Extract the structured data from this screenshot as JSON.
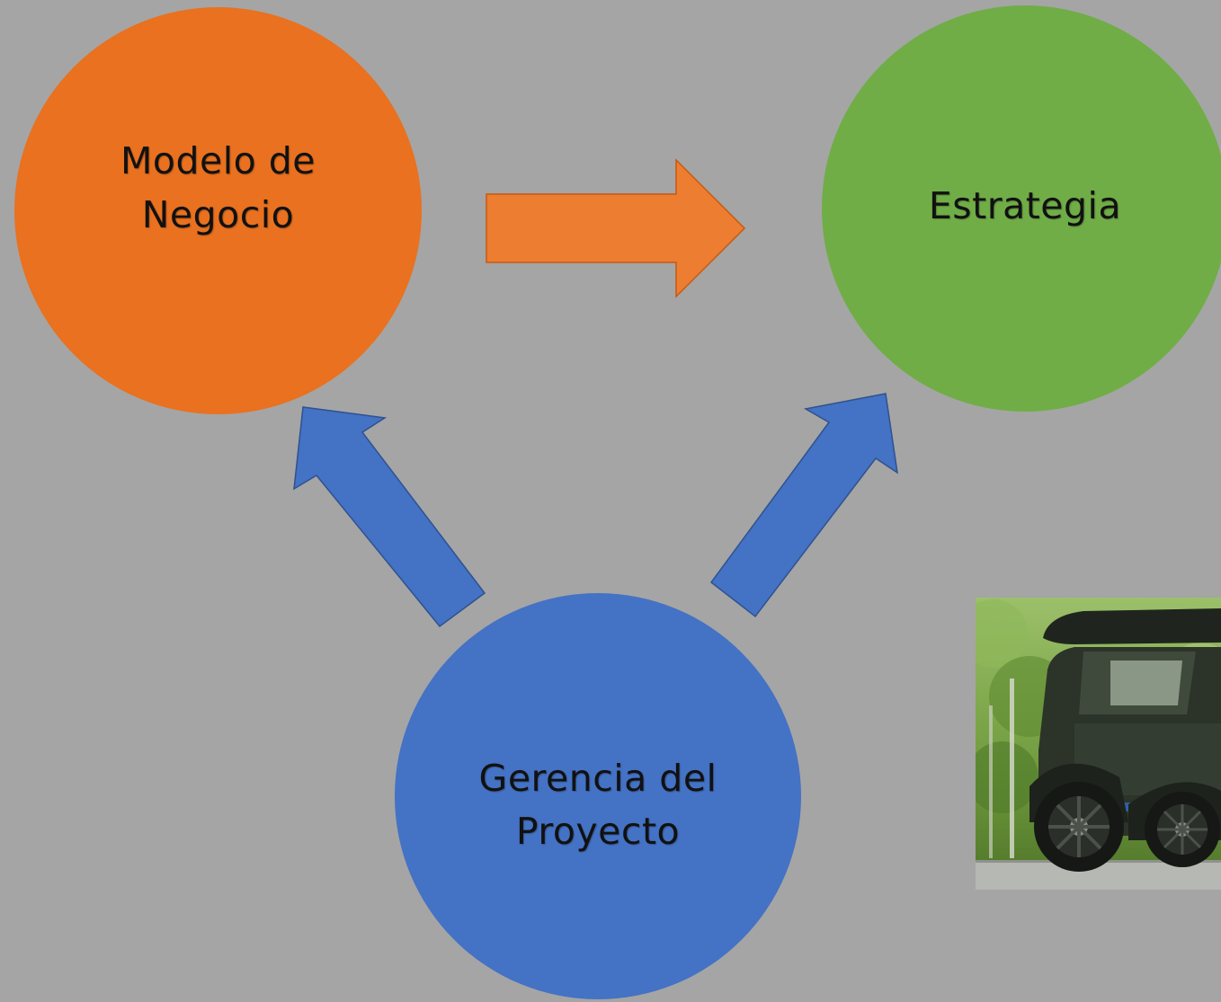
{
  "nodes": {
    "modelo": {
      "label": "Modelo de\nNegocio",
      "color": "#e9711f"
    },
    "estrategia": {
      "label": "Estrategia",
      "color": "#70ad47"
    },
    "gerencia": {
      "label": "Gerencia del\nProyecto",
      "color": "#4472c4"
    }
  },
  "arrows": {
    "orange": {
      "fill": "#ed7d31",
      "stroke": "#c55a11"
    },
    "blue": {
      "fill": "#4472c4",
      "stroke": "#2f528f"
    }
  },
  "image": {
    "subject": "vintage-car"
  }
}
